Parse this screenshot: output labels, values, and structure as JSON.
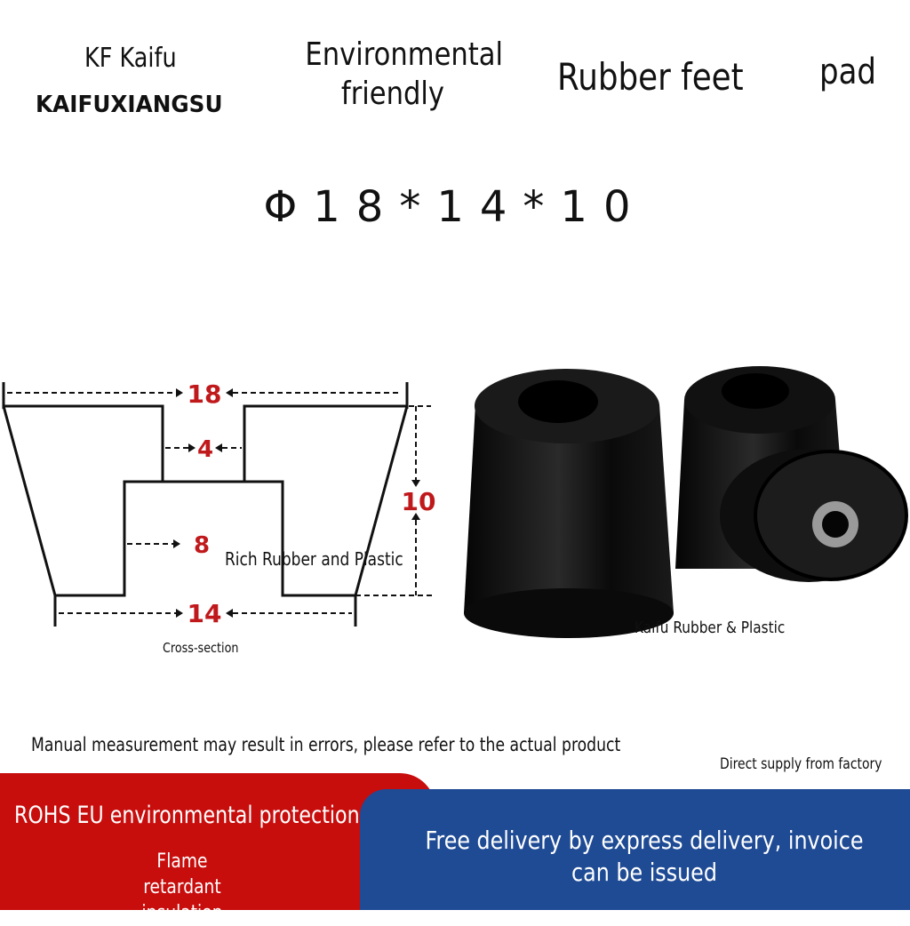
{
  "header": {
    "brand": "KF Kaifu",
    "brand_sub": "KAIFUXIANGSU",
    "eco": "Environmental friendly",
    "product": "Rubber feet",
    "pad": "pad"
  },
  "spec": "Φ18*14*10",
  "diagram": {
    "top_dia": "18",
    "hole": "4",
    "inner": "8",
    "height": "10",
    "bottom_dia": "14",
    "label": "Rich Rubber and Plastic",
    "caption": "Cross-section",
    "dim_color": "#c0191c"
  },
  "photo_label": "Kaifu Rubber & Plastic",
  "notes": {
    "manual": "Manual measurement may result in errors, please refer to the actual product",
    "direct": "Direct supply from factory"
  },
  "banners": {
    "rohs": "ROHS EU environmental protection",
    "flame": "Flame retardant insulation",
    "free": "Free delivery by express delivery, invoice can be issued",
    "red": "#c80d0d",
    "blue": "#1f4b95"
  }
}
